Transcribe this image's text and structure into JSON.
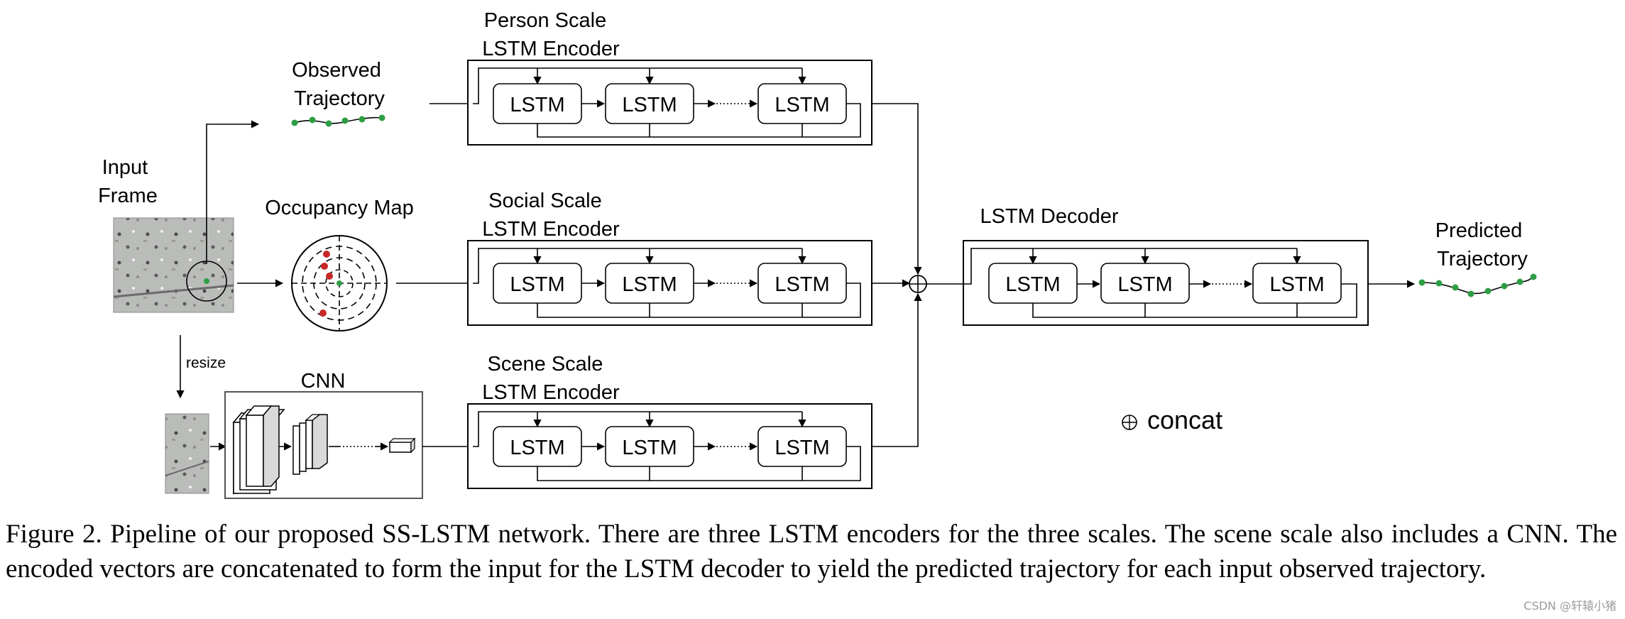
{
  "labels": {
    "person_encoder": [
      "Person Scale",
      "LSTM Encoder"
    ],
    "social_encoder": [
      "Social Scale",
      "LSTM Encoder"
    ],
    "scene_encoder": [
      "Scene Scale",
      "LSTM Encoder"
    ],
    "decoder": "LSTM Decoder",
    "observed_trajectory": [
      "Observed",
      "Trajectory"
    ],
    "input_frame": [
      "Input",
      "Frame"
    ],
    "occupancy_map": "Occupancy Map",
    "cnn": "CNN",
    "resize": "resize",
    "predicted_trajectory": [
      "Predicted",
      "Trajectory"
    ],
    "lstm_cell": "LSTM",
    "legend_concat": "concat",
    "legend_symbol": "⊕"
  },
  "caption": "Figure 2. Pipeline of our proposed SS-LSTM network. There are three LSTM encoders for the three scales. The scene scale also includes a CNN. The encoded vectors are concatenated to form the input for the LSTM decoder to yield the predicted trajectory for each input observed trajectory.",
  "watermark": "CSDN @轩辕小猪",
  "colors": {
    "line": "#000000",
    "trajectory_point": "#2e9e45",
    "occupancy_dot": "#c82828",
    "cnn_layer": "#d9d9d9",
    "photo_bg": "#b9bcb8"
  },
  "icons": {
    "concat": "circle-plus-icon",
    "occupancy_map": "radar-grid-icon",
    "input_frame": "crowd-photo-icon"
  }
}
